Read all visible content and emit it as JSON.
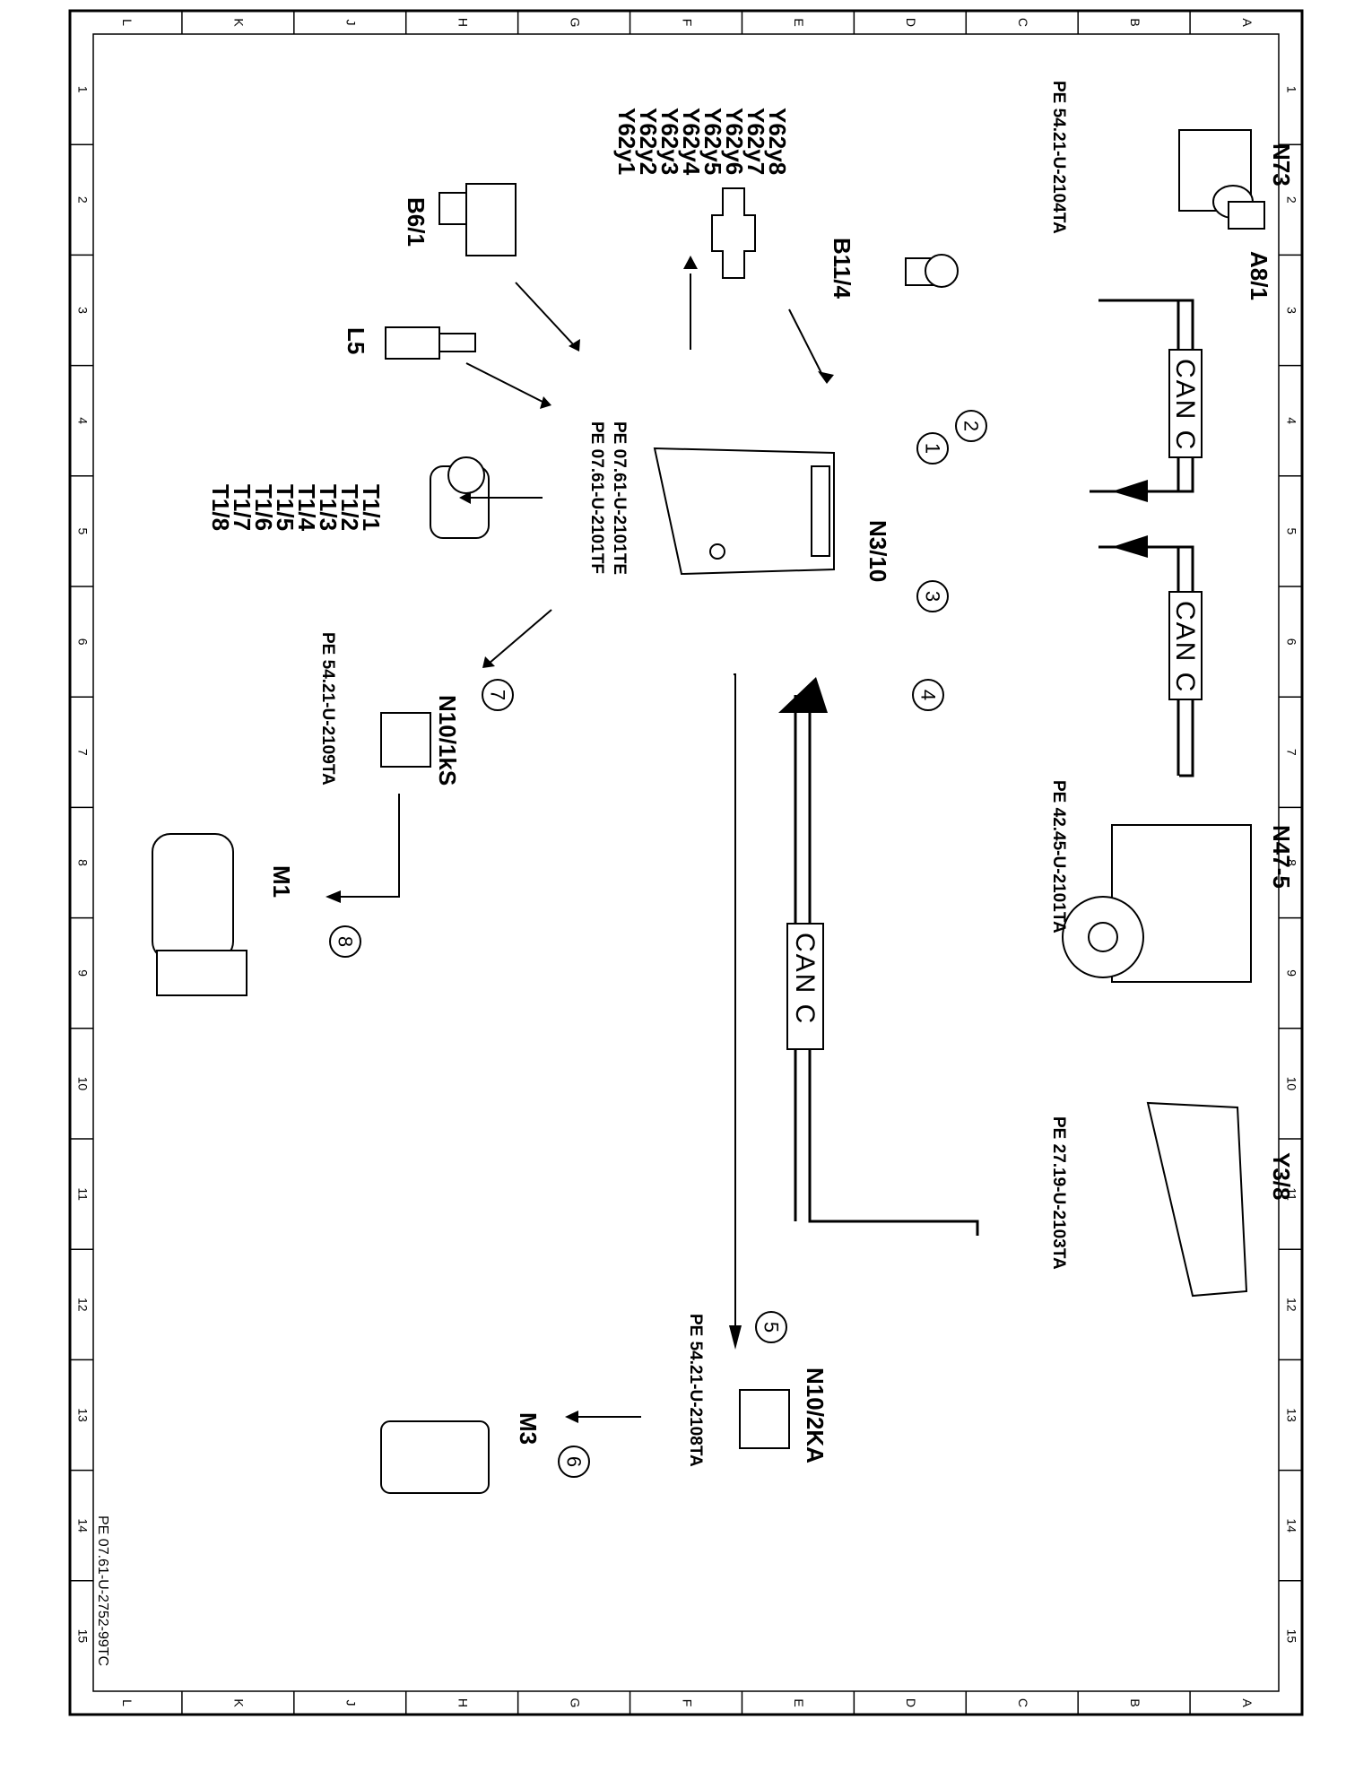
{
  "grid": {
    "letters": [
      "L",
      "K",
      "J",
      "H",
      "G",
      "F",
      "E",
      "D",
      "C",
      "B",
      "A"
    ],
    "numbers": [
      "1",
      "2",
      "3",
      "4",
      "5",
      "6",
      "7",
      "8",
      "9",
      "10",
      "11",
      "12",
      "13",
      "14",
      "15"
    ]
  },
  "components": {
    "n73": {
      "label": "N73",
      "ref": "PE 54.21-U-2104TA"
    },
    "a8_1": {
      "label": "A8/1"
    },
    "y62": {
      "labels": [
        "Y62y1",
        "Y62y2",
        "Y62y3",
        "Y62y4",
        "Y62y5",
        "Y62y6",
        "Y62y7",
        "Y62y8"
      ]
    },
    "b6_1": {
      "label": "B6/1"
    },
    "b11_4": {
      "label": "B11/4"
    },
    "l5": {
      "label": "L5"
    },
    "n3_10": {
      "label": "N3/10",
      "refs": [
        "PE 07.61-U-2101TE",
        "PE 07.61-U-2101TF"
      ]
    },
    "t1": {
      "labels": [
        "T1/1",
        "T1/2",
        "T1/3",
        "T1/4",
        "T1/5",
        "T1/6",
        "T1/7",
        "T1/8"
      ]
    },
    "n47_5": {
      "label": "N47-5",
      "ref": "PE 42.45-U-2101TA"
    },
    "n10_1ks": {
      "label": "N10/1kS",
      "ref": "PE 54.21-U-2109TA"
    },
    "m1": {
      "label": "M1"
    },
    "y3_8": {
      "label": "Y3/8",
      "ref": "PE 27.19-U-2103TA"
    },
    "n10_2ka": {
      "label": "N10/2KA",
      "ref": "PE 54.21-U-2108TA"
    },
    "m3": {
      "label": "M3"
    }
  },
  "can_label": "CAN C",
  "markers": [
    "1",
    "2",
    "3",
    "4",
    "5",
    "6",
    "7",
    "8"
  ],
  "footer_ref": "PE 07.61-U-2752-99TC"
}
